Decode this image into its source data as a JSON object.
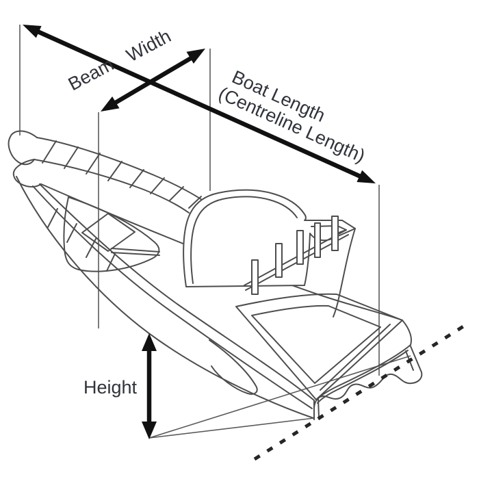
{
  "figure": {
    "type": "measurement-diagram",
    "subject": "power boat line drawing with cover measurement annotations",
    "labels": {
      "beam_word": "Beam",
      "width_word": "Width",
      "boat_length_line1": "Boat Length",
      "boat_length_line2": "(Centreline Length)",
      "height": "Height"
    },
    "colors": {
      "background": "#ffffff",
      "line_art": "#4d4d4d",
      "arrow": "#111111",
      "text": "#30333a"
    }
  }
}
